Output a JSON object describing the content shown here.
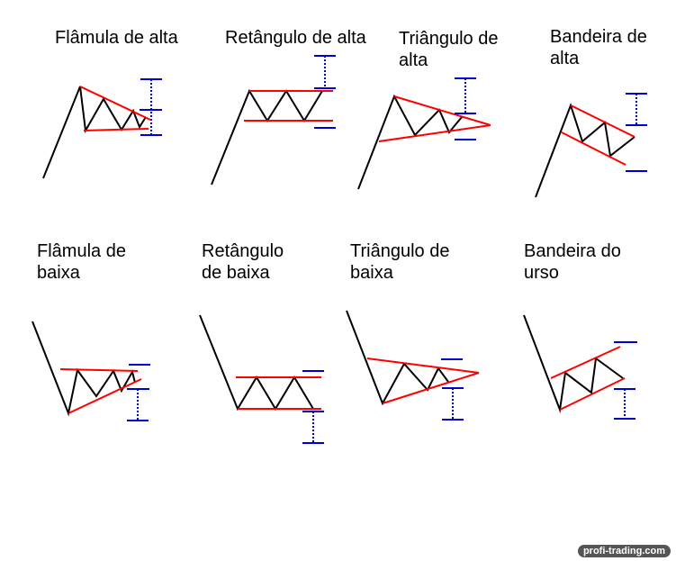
{
  "colors": {
    "price": "#000000",
    "boundary": "#ff0000",
    "target": "#0000cc"
  },
  "patterns": [
    {
      "id": "bull-pennant",
      "title": "Flâmula de alta"
    },
    {
      "id": "bull-rectangle",
      "title": "Retângulo de alta"
    },
    {
      "id": "bull-triangle",
      "title": "Triângulo de\nalta"
    },
    {
      "id": "bull-flag",
      "title": "Bandeira de\nalta"
    },
    {
      "id": "bear-pennant",
      "title": "Flâmula de\nbaixa"
    },
    {
      "id": "bear-rectangle",
      "title": "Retângulo\nde baixa"
    },
    {
      "id": "bear-triangle",
      "title": "Triângulo de\nbaixa"
    },
    {
      "id": "bear-flag",
      "title": "Bandeira do\nurso"
    }
  ],
  "watermark": "profi-trading.com"
}
